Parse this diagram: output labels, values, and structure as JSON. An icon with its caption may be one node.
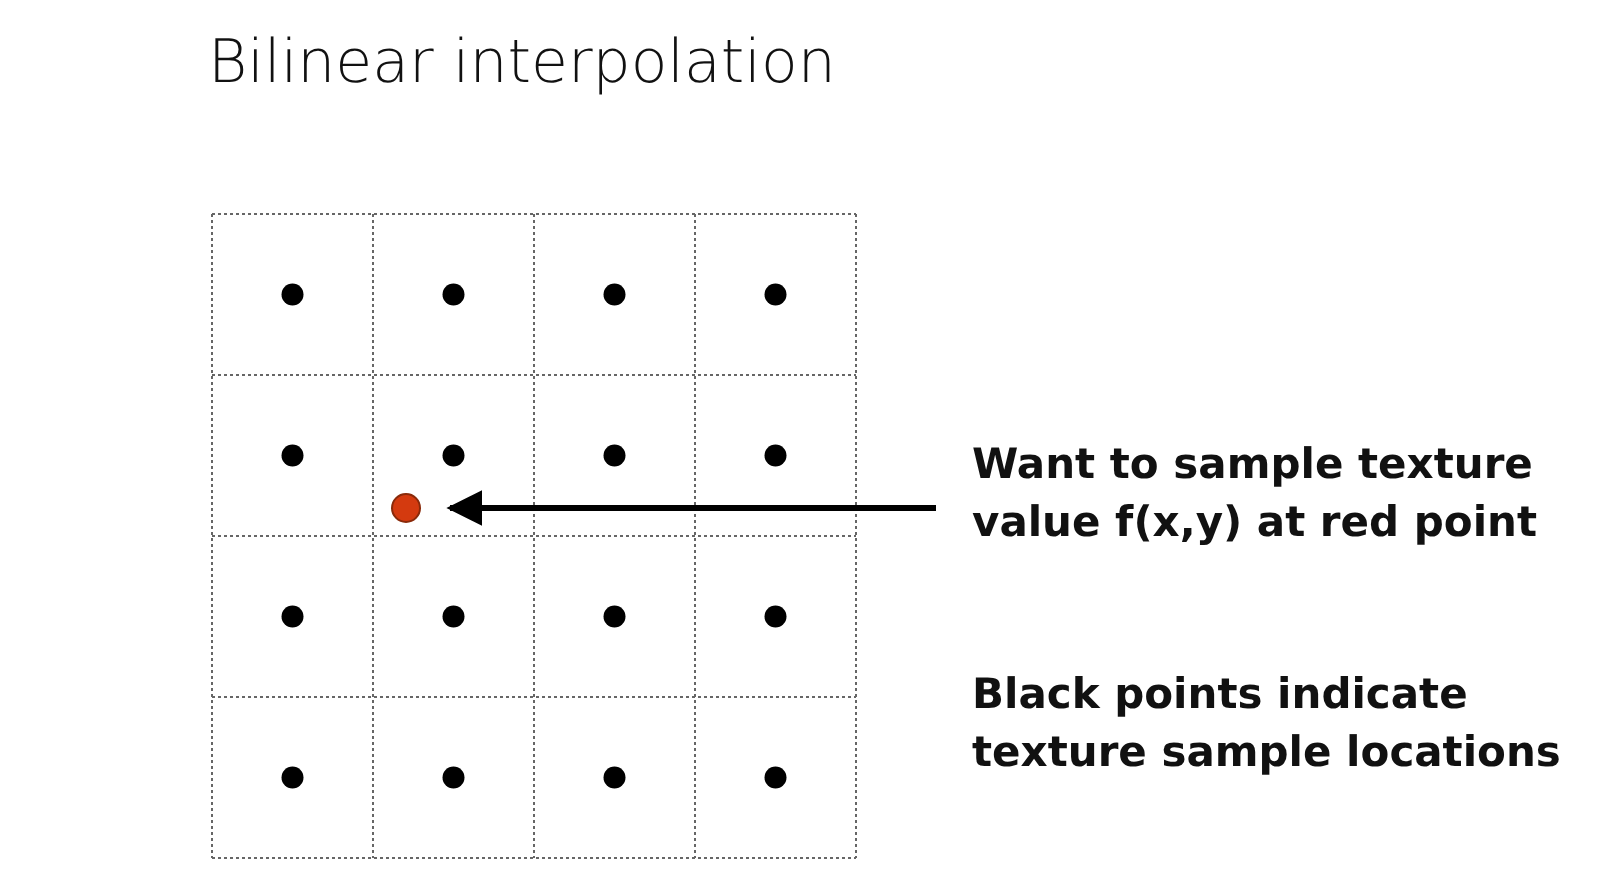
{
  "diagram": {
    "title": "Bilinear interpolation",
    "nodes": [
      {
        "text": [
          "Want to sample texture value f(x,y) at red point"
        ]
      },
      {
        "text": [],
        "shape": "circle"
      }
    ],
    "edges": [
      {
        "from": 0,
        "to": 1,
        "arrow": "to"
      }
    ],
    "labels": [
      "Black points indicate texture sample locations"
    ]
  }
}
